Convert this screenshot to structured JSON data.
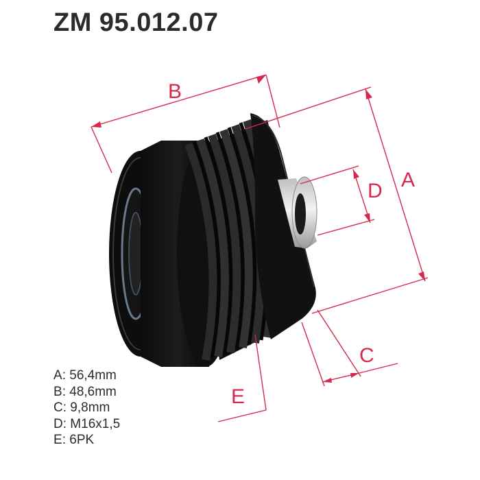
{
  "title": "ZM 95.012.07",
  "accent_color": "#d6284a",
  "dimension_labels": {
    "a": "A",
    "b": "B",
    "c": "C",
    "d": "D",
    "e": "E"
  },
  "specs": [
    {
      "key": "A",
      "sep": ": ",
      "value": "56,4mm"
    },
    {
      "key": "B",
      "sep": ": ",
      "value": "48,6mm"
    },
    {
      "key": "C",
      "sep": ": ",
      "value": "9,8mm"
    },
    {
      "key": "D",
      "sep": ": ",
      "value": "M16x1,5"
    },
    {
      "key": "E",
      "sep": ": ",
      "value": "6PK"
    }
  ]
}
